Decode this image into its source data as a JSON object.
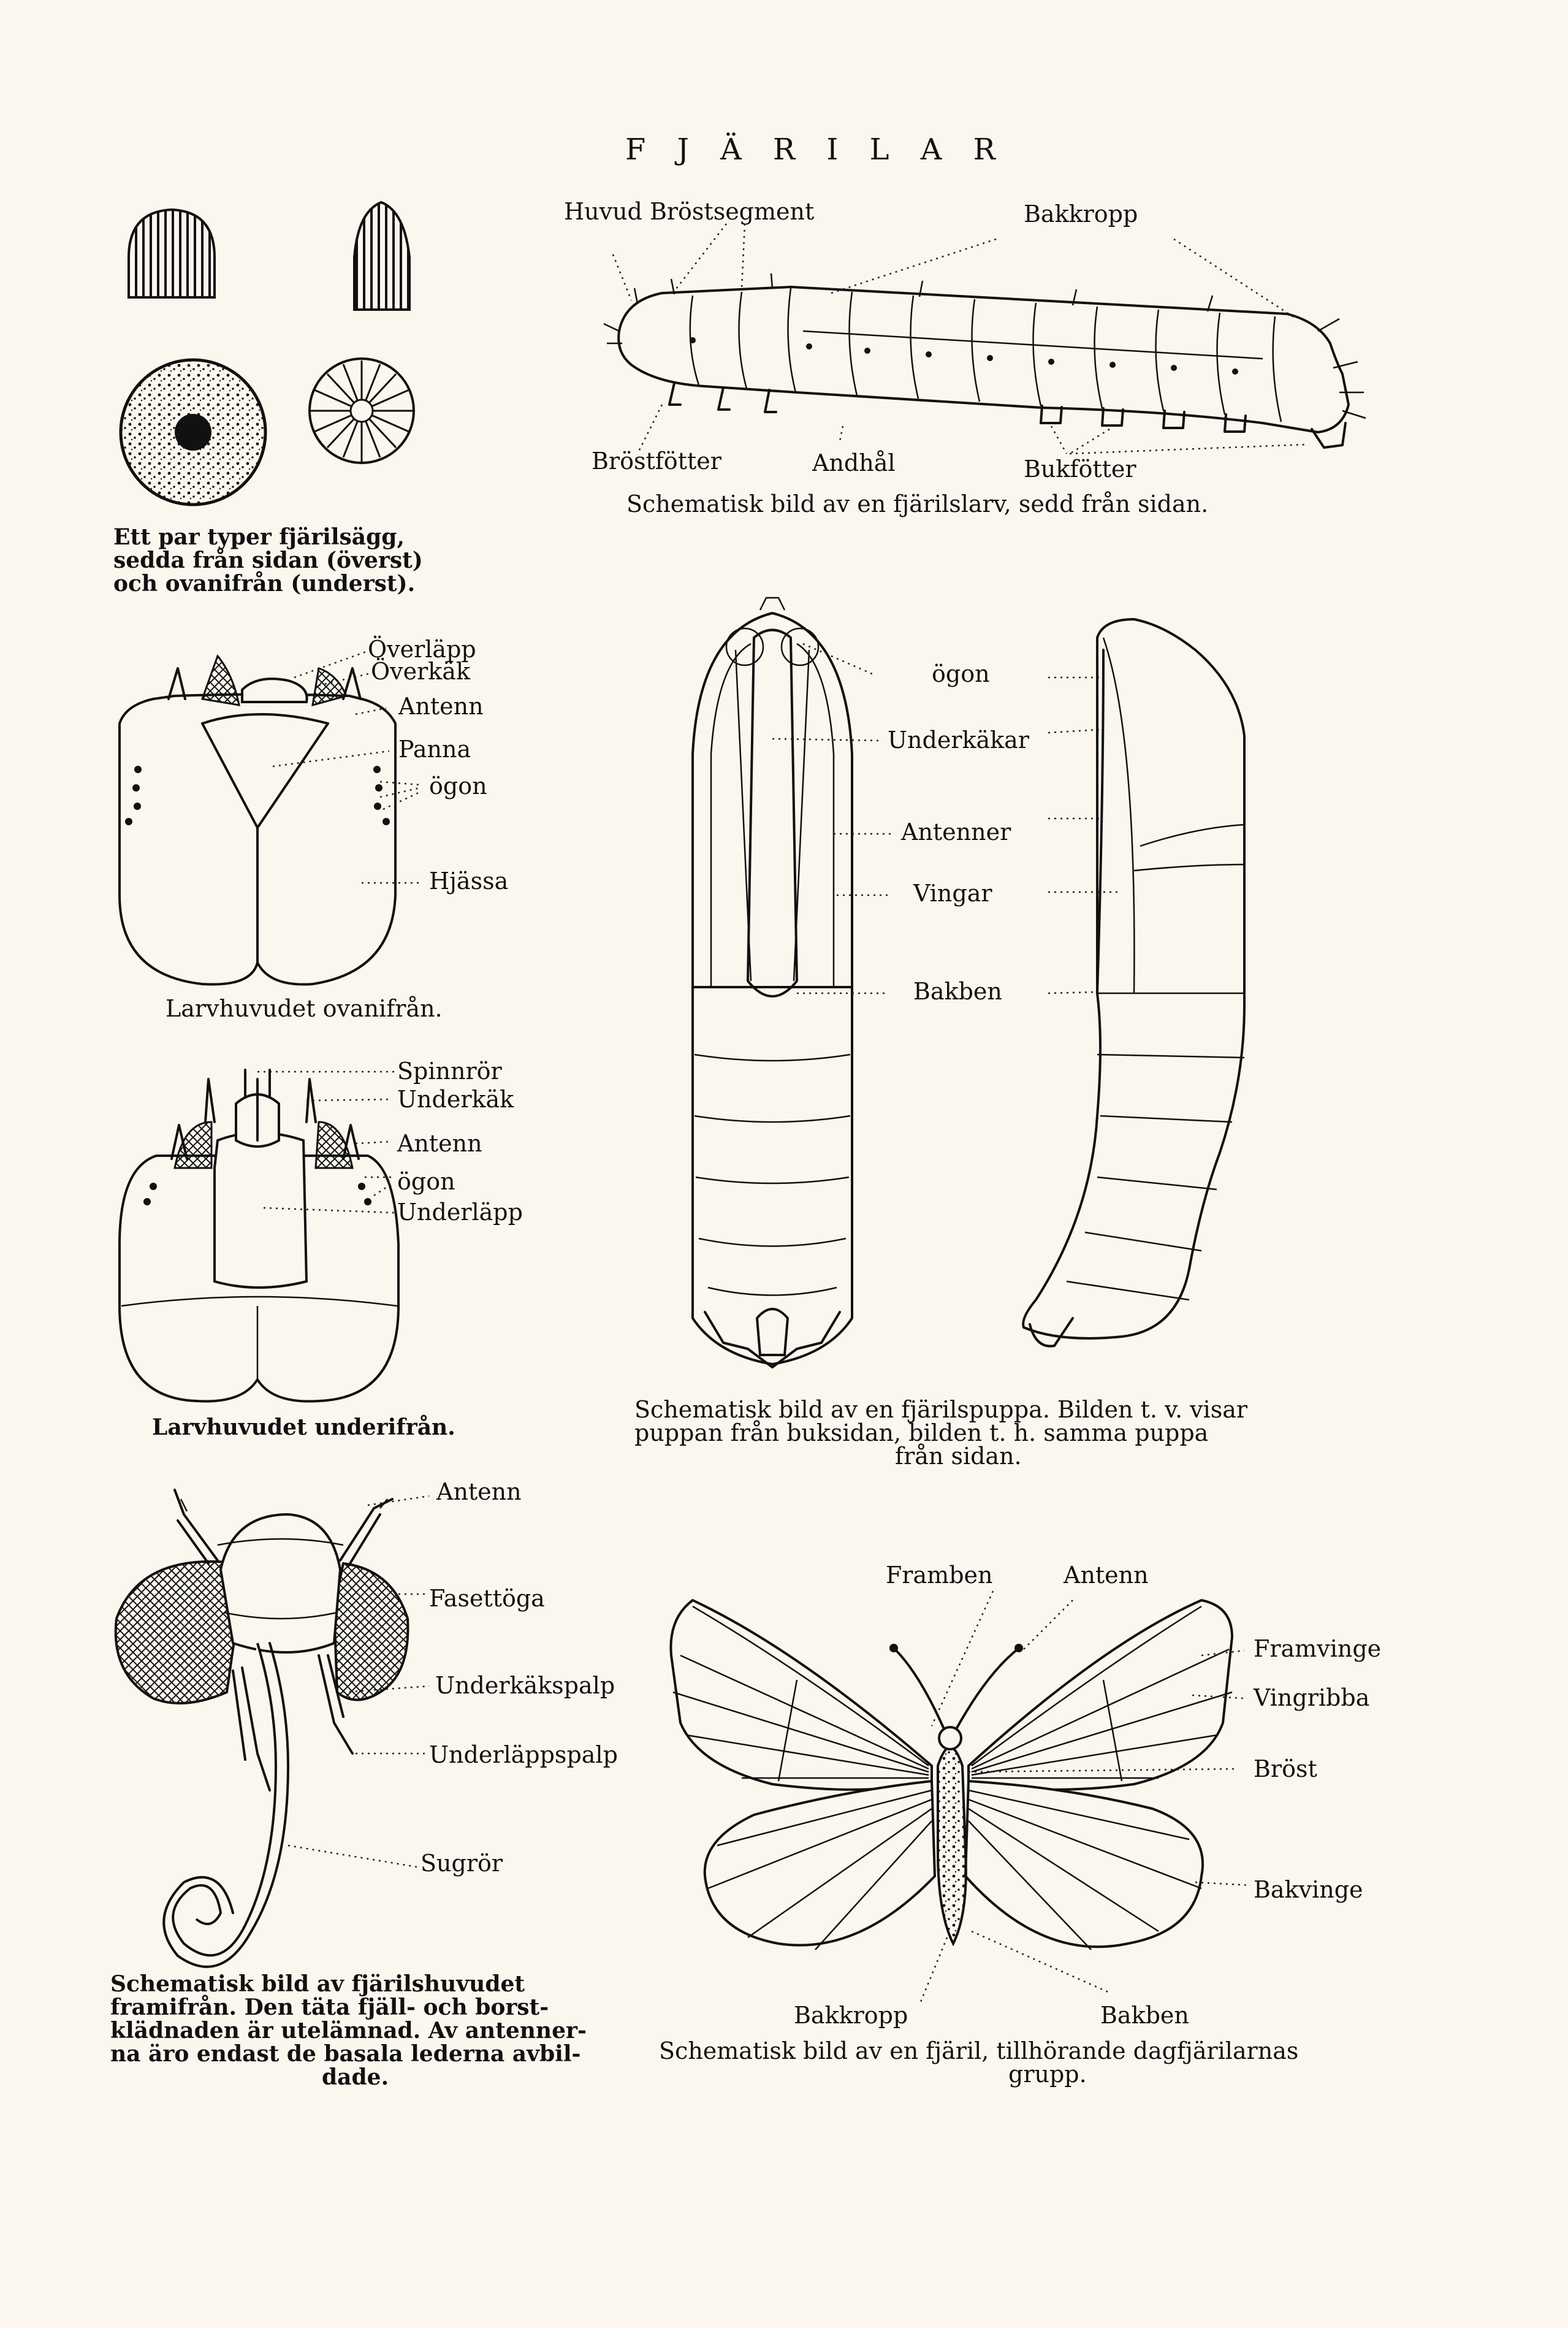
{
  "title": "F J Ä R I L A R",
  "eggs": {
    "caption": [
      "Ett par typer fjärilsägg,",
      "sedda från sidan (överst)",
      "och ovanifrån (underst)."
    ]
  },
  "larva": {
    "labels": {
      "huvud_brostsegment": "Huvud Bröstsegment",
      "bakkropp": "Bakkropp",
      "brostfotter": "Bröstfötter",
      "andhal": "Andhål",
      "bukfotter": "Bukfötter"
    },
    "caption": "Schematisk bild av en fjärilslarv, sedd från sidan."
  },
  "head_top": {
    "labels": {
      "overlapp": "Överläpp",
      "overkak": "Överkäk",
      "antenn": "Antenn",
      "panna": "Panna",
      "ogon": "ögon",
      "hjassa": "Hjässa"
    },
    "caption": "Larvhuvudet ovanifrån."
  },
  "head_under": {
    "labels": {
      "spinnror": "Spinnrör",
      "underkak": "Underkäk",
      "antenn": "Antenn",
      "ogon": "ögon",
      "underlapp": "Underläpp"
    },
    "caption": "Larvhuvudet underifrån."
  },
  "pupa": {
    "labels": {
      "ogon": "ögon",
      "underkakar": "Underkäkar",
      "antenner": "Antenner",
      "vingar": "Vingar",
      "bakben": "Bakben"
    },
    "caption": [
      "Schematisk bild av en fjärilspuppa. Bilden t. v. visar",
      "puppan från buksidan, bilden t. h. samma puppa",
      "från sidan."
    ]
  },
  "adult_head": {
    "labels": {
      "antenn": "Antenn",
      "fasettoga": "Fasettöga",
      "underkakspalp": "Underkäkspalp",
      "underlappspalp": "Underläppspalp",
      "sugror": "Sugrör"
    },
    "caption": [
      "Schematisk bild av fjärilshuvudet",
      "framifrån. Den täta fjäll- och borst-",
      "klädnaden är utelämnad. Av antenner-",
      "na äro endast de basala lederna avbil-",
      "dade."
    ]
  },
  "butterfly": {
    "labels": {
      "framben": "Framben",
      "antenn": "Antenn",
      "framvinge": "Framvinge",
      "vingribba": "Vingribba",
      "brost": "Bröst",
      "bakvinge": "Bakvinge",
      "bakkropp": "Bakkropp",
      "bakben": "Bakben"
    },
    "caption": [
      "Schematisk bild av en fjäril, tillhörande dagfjärilarnas",
      "grupp."
    ]
  }
}
